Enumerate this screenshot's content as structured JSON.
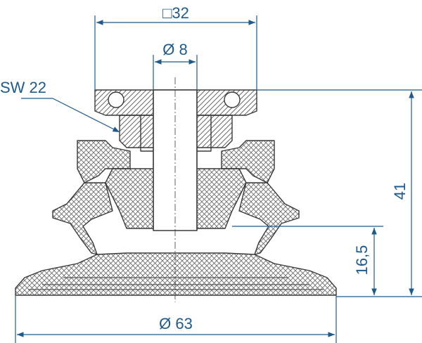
{
  "drawing": {
    "labels": {
      "square_width": "□32",
      "bore_diameter": "Ø 8",
      "wrench_size": "SW 22",
      "total_height": "41",
      "bellows_height": "16,5",
      "cup_diameter": "Ø 63"
    },
    "colors": {
      "outline": "#3a3a3a",
      "dimension": "#1f5a8c",
      "hatch": "#555555",
      "background": "#ffffff"
    }
  }
}
